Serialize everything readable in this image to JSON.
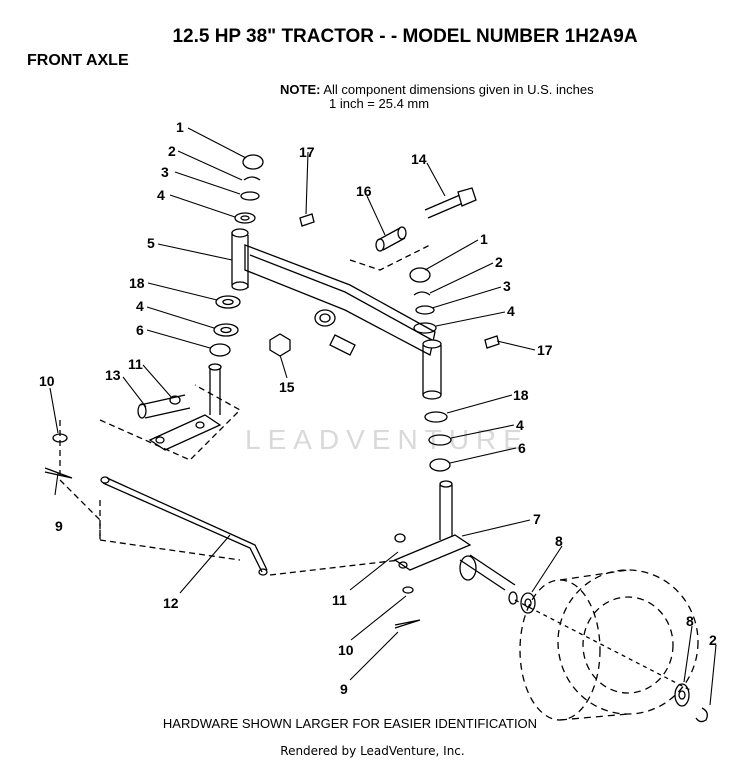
{
  "title": "12.5 HP 38\" TRACTOR - - MODEL NUMBER 1H2A9A",
  "section": "FRONT AXLE",
  "note": {
    "label": "NOTE:",
    "line1": "All component dimensions given in U.S. inches",
    "line2": "1 inch = 25.4 mm"
  },
  "footer": "HARDWARE SHOWN LARGER FOR EASIER IDENTIFICATION",
  "rendered_by": "Rendered by LeadVenture, Inc.",
  "watermark": "LEADVENTURE",
  "callouts": [
    "1",
    "2",
    "3",
    "4",
    "5",
    "17",
    "14",
    "16",
    "1",
    "2",
    "3",
    "4",
    "18",
    "4",
    "6",
    "15",
    "17",
    "11",
    "13",
    "10",
    "18",
    "4",
    "6",
    "7",
    "9",
    "12",
    "8",
    "11",
    "10",
    "9",
    "8",
    "2"
  ]
}
